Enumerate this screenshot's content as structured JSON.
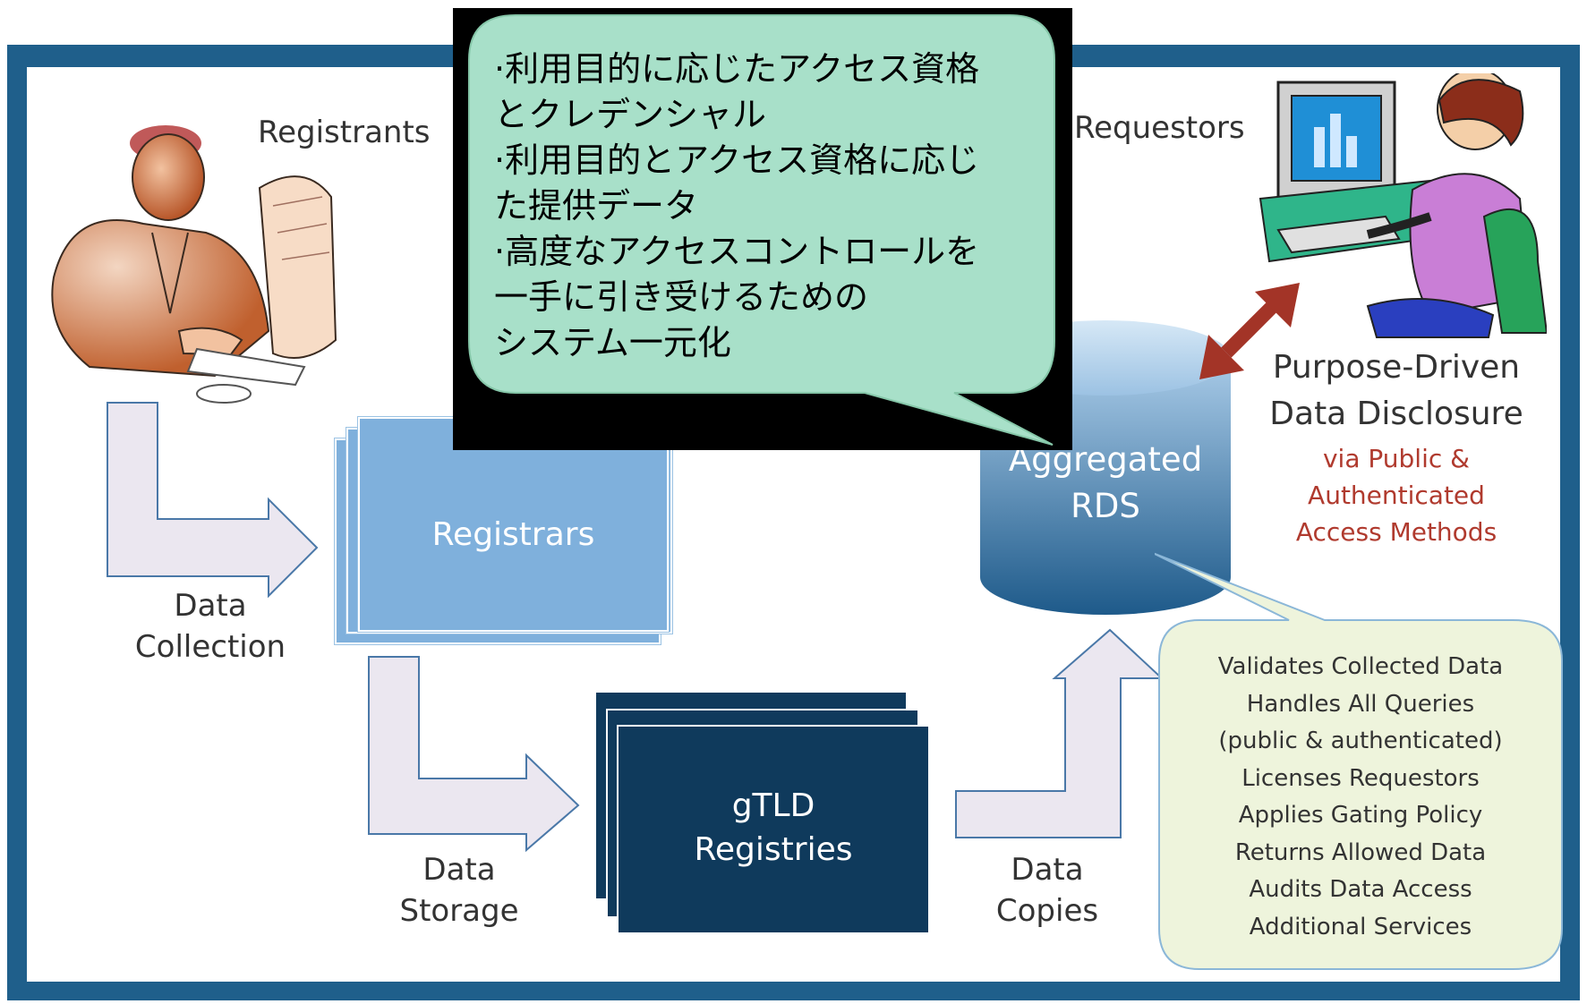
{
  "labels": {
    "registrants": "Registrants",
    "requestors": "Requestors",
    "registrars": "Registrars",
    "gtld": [
      "gTLD",
      "Registries"
    ],
    "rds": [
      "Aggregated",
      "RDS"
    ],
    "data_collection": [
      "Data",
      "Collection"
    ],
    "data_storage": [
      "Data",
      "Storage"
    ],
    "data_copies": [
      "Data",
      "Copies"
    ],
    "purpose": [
      "Purpose-Driven",
      "Data Disclosure"
    ],
    "via": [
      "via Public &",
      "Authenticated",
      "Access Methods"
    ]
  },
  "callout_jp": "·利用目的に応じたアクセス資格\nとクレデンシャル\n·利用目的とアクセス資格に応じ\nた提供データ\n·高度なアクセスコントロールを\n一手に引き受けるための\nシステム一元化",
  "rds_functions": [
    "Validates Collected Data",
    "Handles All Queries",
    "(public & authenticated)",
    "Licenses Requestors",
    "Applies Gating Policy",
    "Returns Allowed Data",
    "Audits Data Access",
    "Additional Services"
  ],
  "colors": {
    "frame": "#1f5f8b",
    "registrars": "#7fb0dc",
    "gtld": "#0f3a5c",
    "rds_top": "#a9cbe8",
    "rds_bottom": "#1e5a8a",
    "callout_fill": "#a8e0c9",
    "info_fill": "#eef4dc",
    "via_text": "#b03a2e",
    "double_arrow": "#a33427",
    "flow_arrow_fill": "#e8e4ee"
  }
}
